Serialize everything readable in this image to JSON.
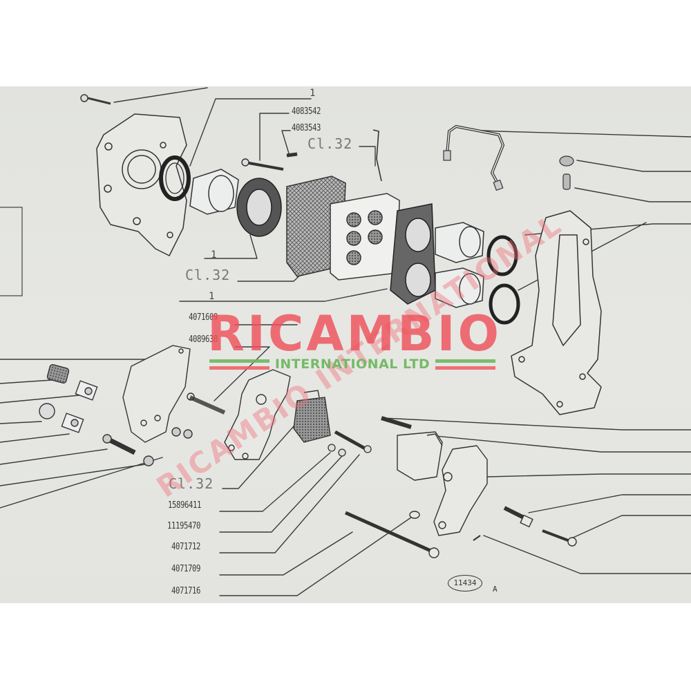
{
  "document": {
    "type": "exploded parts diagram",
    "subject": "brake caliper assembly with handbrake mechanism",
    "diagram_ref": "11434",
    "diagram_suffix": "A"
  },
  "callouts": {
    "top": [
      {
        "id": "c-top-1",
        "text": "1"
      },
      {
        "id": "c-top-2",
        "text": "4083542"
      },
      {
        "id": "c-top-3",
        "text": "4083543"
      },
      {
        "id": "c-top-4",
        "text": "Cl.32"
      }
    ],
    "middle_left": [
      {
        "id": "c-mid-1",
        "text": "1"
      },
      {
        "id": "c-mid-2",
        "text": "Cl.32"
      },
      {
        "id": "c-mid-3",
        "text": "1"
      },
      {
        "id": "c-mid-4",
        "text": "4071609"
      },
      {
        "id": "c-mid-5",
        "text": "4089638"
      }
    ],
    "bottom_left": [
      {
        "id": "c-bot-1",
        "text": "Cl.32"
      },
      {
        "id": "c-bot-2",
        "text": "15896411"
      },
      {
        "id": "c-bot-3",
        "text": "11195470"
      },
      {
        "id": "c-bot-4",
        "text": "4071712"
      },
      {
        "id": "c-bot-5",
        "text": "4071709"
      },
      {
        "id": "c-bot-6",
        "text": "4071716"
      }
    ]
  },
  "watermark": {
    "brand": "RICAMBIO",
    "subtitle": "INTERNATIONAL LTD",
    "diagonal": "RICAMBIO INTERNATIONAL",
    "colors": {
      "red": "#ee5a62",
      "green": "#6fb760",
      "paper": "#e4e5e1",
      "ink": "#333333"
    }
  }
}
